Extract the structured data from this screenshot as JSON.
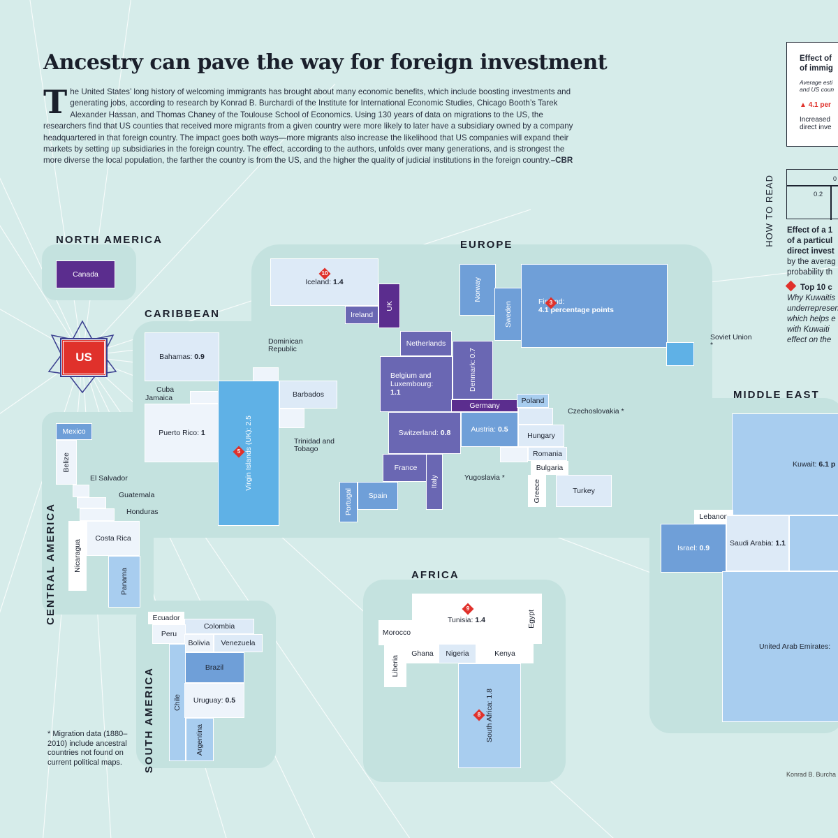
{
  "title": "Ancestry can pave the way for foreign investment",
  "intro": {
    "dropcap": "T",
    "text": "he United States’ long history of welcoming immigrants has brought about many economic benefits, which include boosting investments and generating jobs, according to research by Konrad B. Burchardi of the Institute for International Economic Studies, Chicago Booth’s Tarek Alexander Hassan, and Thomas Chaney of the Toulouse School of Economics. Using 130 years of data on migrations to the US, the researchers find that US counties that received more migrants from a given country were more likely to later have a subsidiary owned by a company headquartered in that foreign country. The impact goes both ways—more migrants also increase the likelihood that US companies will expand their markets by setting up subsidiaries in the foreign country. The effect, according to the authors, unfolds over many generations, and is strongest the more diverse the local population, the farther the country is from the US, and the higher the quality of judicial institutions in the foreign country.",
    "signoff": "–CBR"
  },
  "regions": {
    "north_america": "NORTH AMERICA",
    "caribbean": "CARIBBEAN",
    "europe": "EUROPE",
    "central_america": "CENTRAL AMERICA",
    "south_america": "SOUTH AMERICA",
    "africa": "AFRICA",
    "middle_east": "MIDDLE EAST"
  },
  "us_label": "US",
  "countries": {
    "canada": "Canada",
    "bahamas": "Bahamas:",
    "bahamas_v": "0.9",
    "dominican_republic": "Dominican Republic",
    "cuba": "Cuba",
    "jamaica": "Jamaica",
    "barbados": "Barbados",
    "puerto_rico": "Puerto Rico:",
    "puerto_rico_v": "1",
    "virgin_islands": "Virgin Islands (UK): 2.5",
    "trinidad": "Trinidad and Tobago",
    "mexico": "Mexico",
    "belize": "Belize",
    "el_salvador": "El Salvador",
    "guatemala": "Guatemala",
    "honduras": "Honduras",
    "costa_rica": "Costa Rica",
    "nicaragua": "Nicaragua",
    "panama": "Panama",
    "ecuador": "Ecuador",
    "colombia": "Colombia",
    "peru": "Peru",
    "bolivia": "Bolivia",
    "venezuela": "Venezuela",
    "brazil": "Brazil",
    "chile": "Chile",
    "uruguay": "Uruguay:",
    "uruguay_v": "0.5",
    "argentina": "Argentina",
    "iceland": "Iceland:",
    "iceland_v": "1.4",
    "ireland": "Ireland",
    "uk": "UK",
    "norway": "Norway",
    "sweden": "Sweden",
    "finland": "Finland:",
    "finland_v": "4.1 percentage points",
    "soviet_union": "Soviet Union *",
    "netherlands": "Netherlands",
    "belgium": "Belgium and Luxembourg:",
    "belgium_v": "1.1",
    "denmark": "Denmark: 0.7",
    "germany": "Germany",
    "poland": "Poland",
    "czechoslovakia": "Czechoslovakia *",
    "switzerland": "Switzerland:",
    "switzerland_v": "0.8",
    "austria": "Austria:",
    "austria_v": "0.5",
    "hungary": "Hungary",
    "romania": "Romania",
    "bulgaria": "Bulgaria",
    "yugoslavia": "Yugoslavia *",
    "france": "France",
    "italy": "Italy",
    "portugal": "Portugal",
    "spain": "Spain",
    "greece": "Greece",
    "turkey": "Turkey",
    "tunisia": "Tunisia:",
    "tunisia_v": "1.4",
    "egypt": "Egypt",
    "morocco": "Morocco",
    "liberia": "Liberia",
    "ghana": "Ghana",
    "nigeria": "Nigeria",
    "kenya": "Kenya",
    "south_africa": "South Africa: 1.8",
    "kuwait": "Kuwait:",
    "kuwait_v": "6.1 p",
    "lebanon": "Lebanon",
    "israel": "Israel:",
    "israel_v": "0.9",
    "saudi_arabia": "Saudi Arabia:",
    "saudi_arabia_v": "1.1",
    "uae": "United Arab Emirates:"
  },
  "ranks": {
    "iceland": "10",
    "finland": "3",
    "virgin_islands": "5",
    "tunisia": "9",
    "south_africa": "8"
  },
  "legend": {
    "title_line1": "Effect of",
    "title_line2": "of immig",
    "sub1": "Average esti",
    "sub2": "and US coun",
    "up_value": "4.1 per",
    "inc1": "Increased",
    "inc2": "direct inve",
    "scale_top": "0",
    "scale_val": "0.2",
    "how_to_read": "HOW TO READ",
    "desc1": "Effect of a 1",
    "desc2": "of a particul",
    "desc3": "direct invest",
    "desc4": "by the averag",
    "desc5": "probability th",
    "top10": "Top 10 c",
    "why1": "Why Kuwaitis",
    "why2": "underrepresen",
    "why3": "which helps e",
    "why4": "with Kuwaiti",
    "why5": "effect on the"
  },
  "footnote": "* Migration data (1880–2010) include ancestral countries not found on current political maps.",
  "credit": "Konrad B. Burcha",
  "colors": {
    "background": "#d6ecea",
    "darkest": "#5b2d8e",
    "purple_blue": "#6a67b3",
    "mid_blue": "#6f9fd8",
    "bright_blue": "#5fb1e6",
    "light_blue": "#a8cdef",
    "pale": "#ddeaf7",
    "accent_red": "#e0312b"
  }
}
